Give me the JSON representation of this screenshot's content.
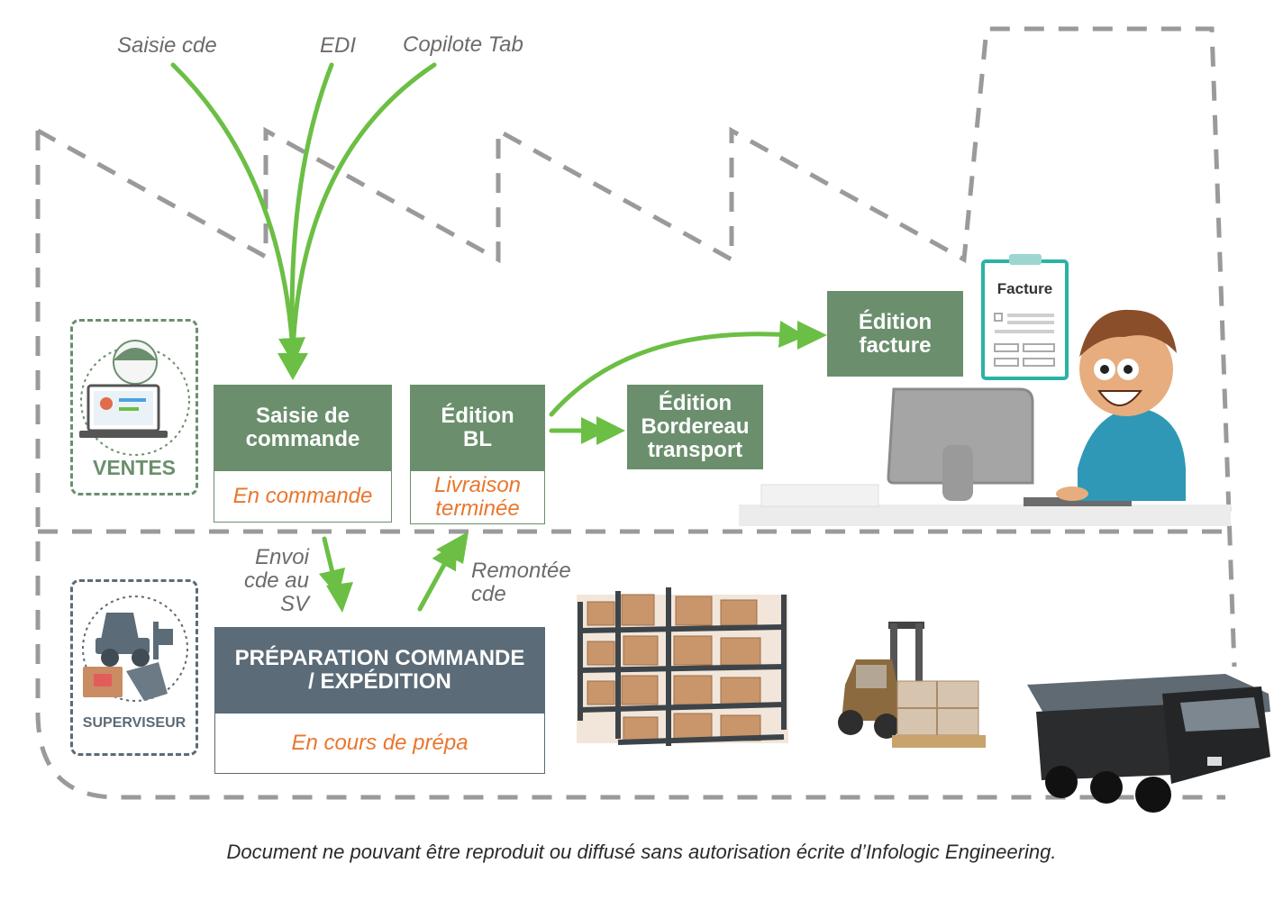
{
  "colors": {
    "green": "#6b8f6d",
    "arrow_green": "#6bbf44",
    "slate": "#5b6b77",
    "orange": "#e8772e",
    "dash_grey": "#9a9a9a"
  },
  "inputs": {
    "saisie_cde": "Saisie cde",
    "edi": "EDI",
    "copilote_tab": "Copilote Tab"
  },
  "roles": {
    "ventes": "VENTES",
    "superviseur": "SUPERVISEUR"
  },
  "steps": {
    "saisie": {
      "title": "Saisie de\ncommande",
      "status": "En commande"
    },
    "edition_bl": {
      "title": "Édition\nBL",
      "status": "Livraison\nterminée"
    },
    "bordereau": {
      "title": "Édition\nBordereau\ntransport"
    },
    "facture": {
      "title": "Édition\nfacture"
    },
    "preparation": {
      "title": "PRÉPARATION COMMANDE\n/ EXPÉDITION",
      "status": "En cours de prépa"
    }
  },
  "flows": {
    "envoi": "Envoi\ncde au\nSV",
    "remontee": "Remontée\ncde"
  },
  "document": {
    "title": "Facture"
  },
  "footer": "Document ne pouvant être reproduit ou diffusé sans autorisation écrite d’Infologic Engineering."
}
